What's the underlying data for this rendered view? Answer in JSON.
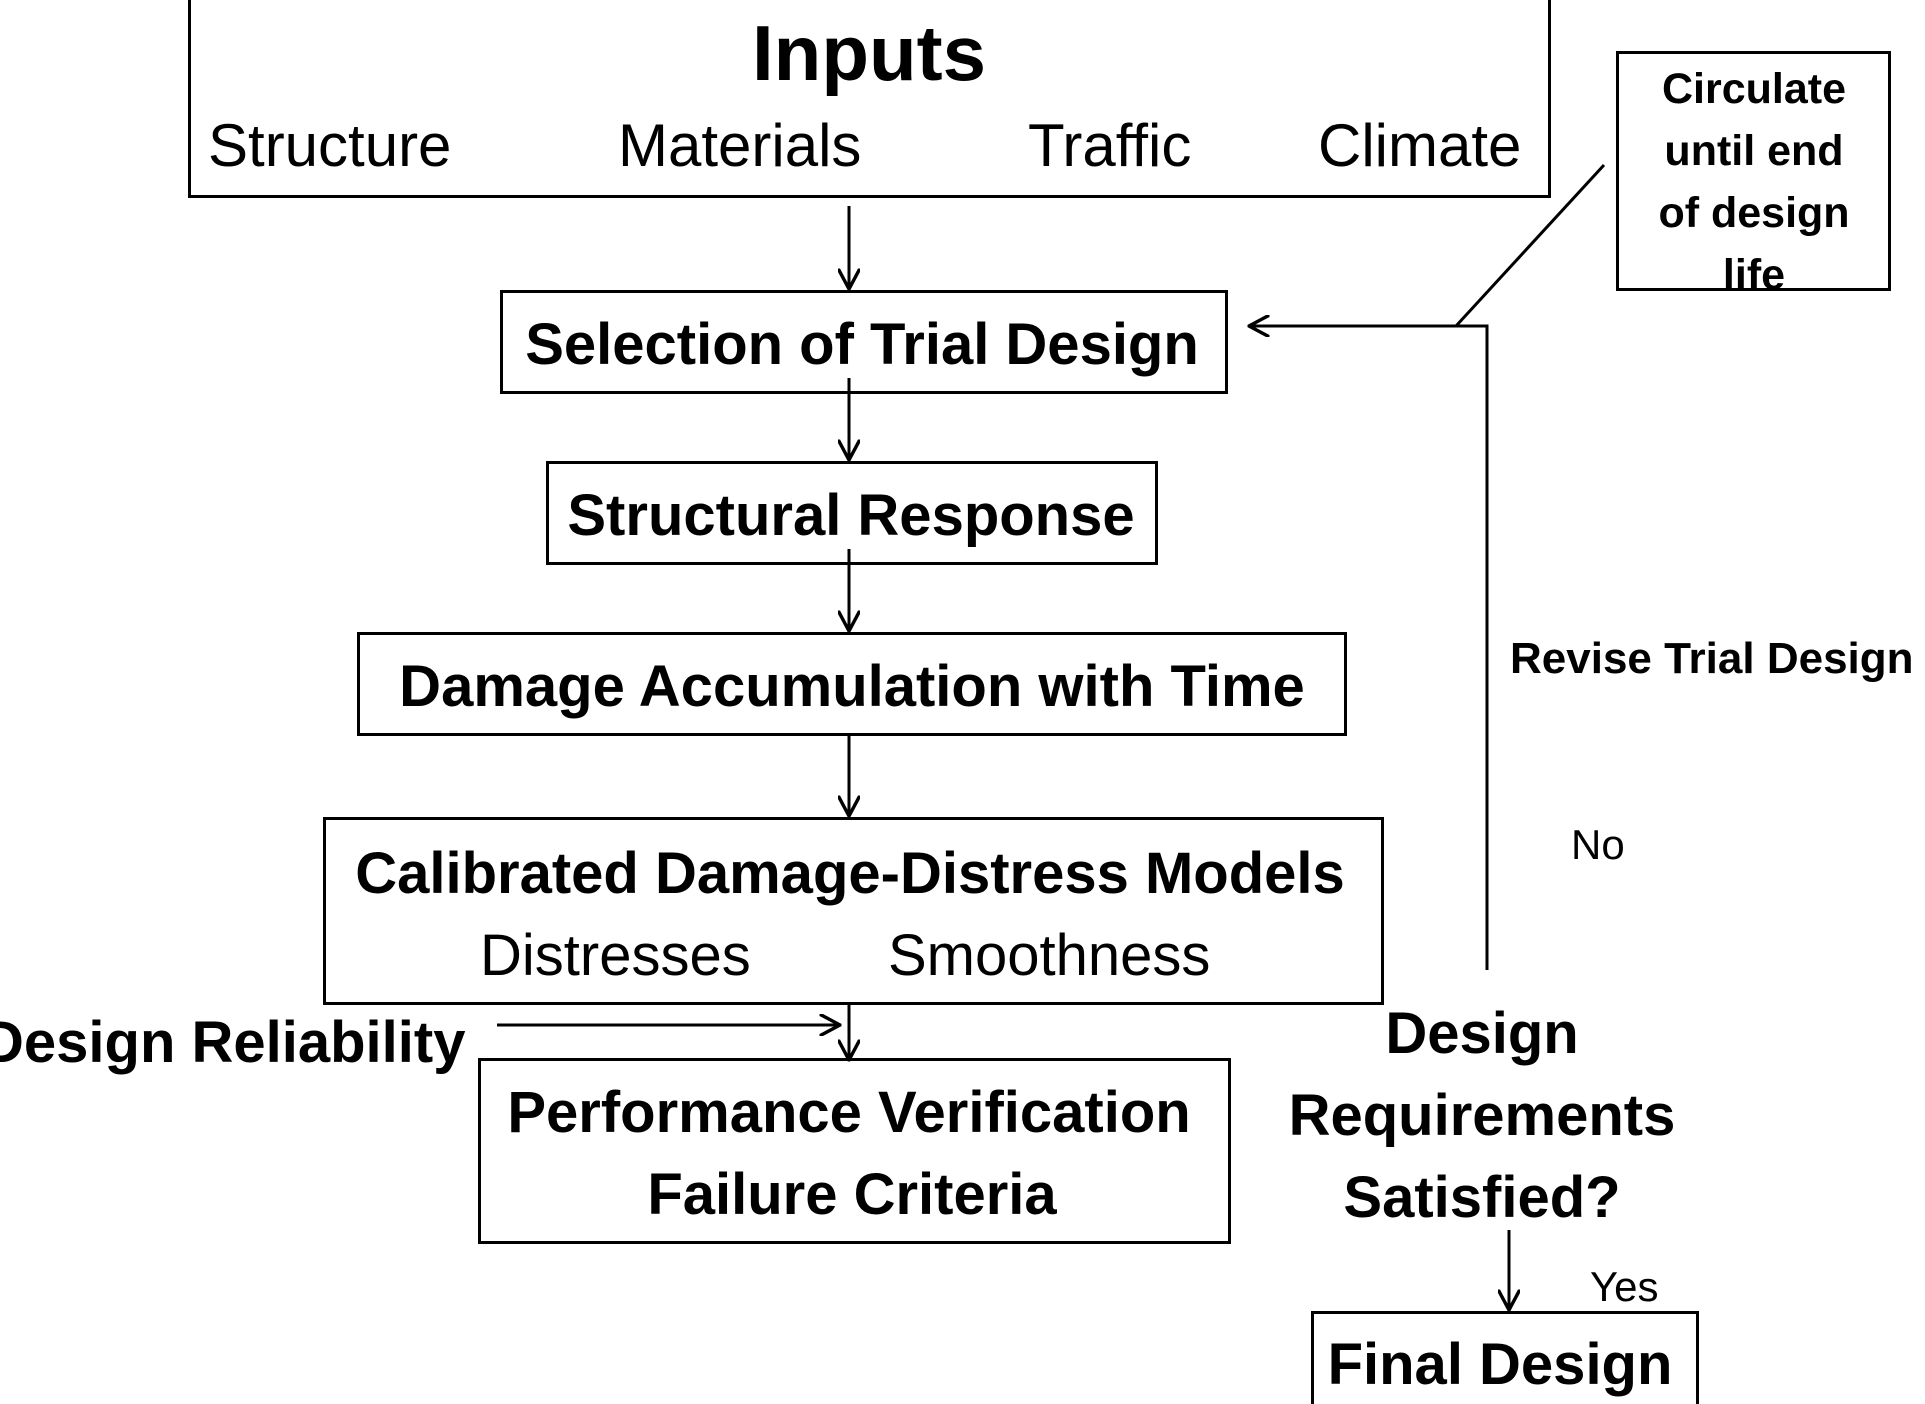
{
  "inputs": {
    "title": "Inputs",
    "items": [
      "Structure",
      "Materials",
      "Traffic",
      "Climate"
    ]
  },
  "steps": {
    "trial_design": "Selection of Trial Design",
    "structural_response": "Structural Response",
    "damage_accumulation": "Damage Accumulation with Time",
    "calibrated_models": {
      "title": "Calibrated Damage-Distress Models",
      "items": [
        "Distresses",
        "Smoothness"
      ]
    },
    "performance": {
      "line1": "Performance Verification",
      "line2": "Failure Criteria"
    }
  },
  "design_reliability": "Design Reliability",
  "decision": {
    "line1": "Design",
    "line2": "Requirements",
    "line3": "Satisfied?"
  },
  "labels": {
    "revise": "Revise Trial Design",
    "no": "No",
    "yes": "Yes"
  },
  "circulate_note": {
    "line1": "Circulate",
    "line2": "until end",
    "line3": "of design",
    "line4": "life"
  },
  "final_design": "Final Design"
}
